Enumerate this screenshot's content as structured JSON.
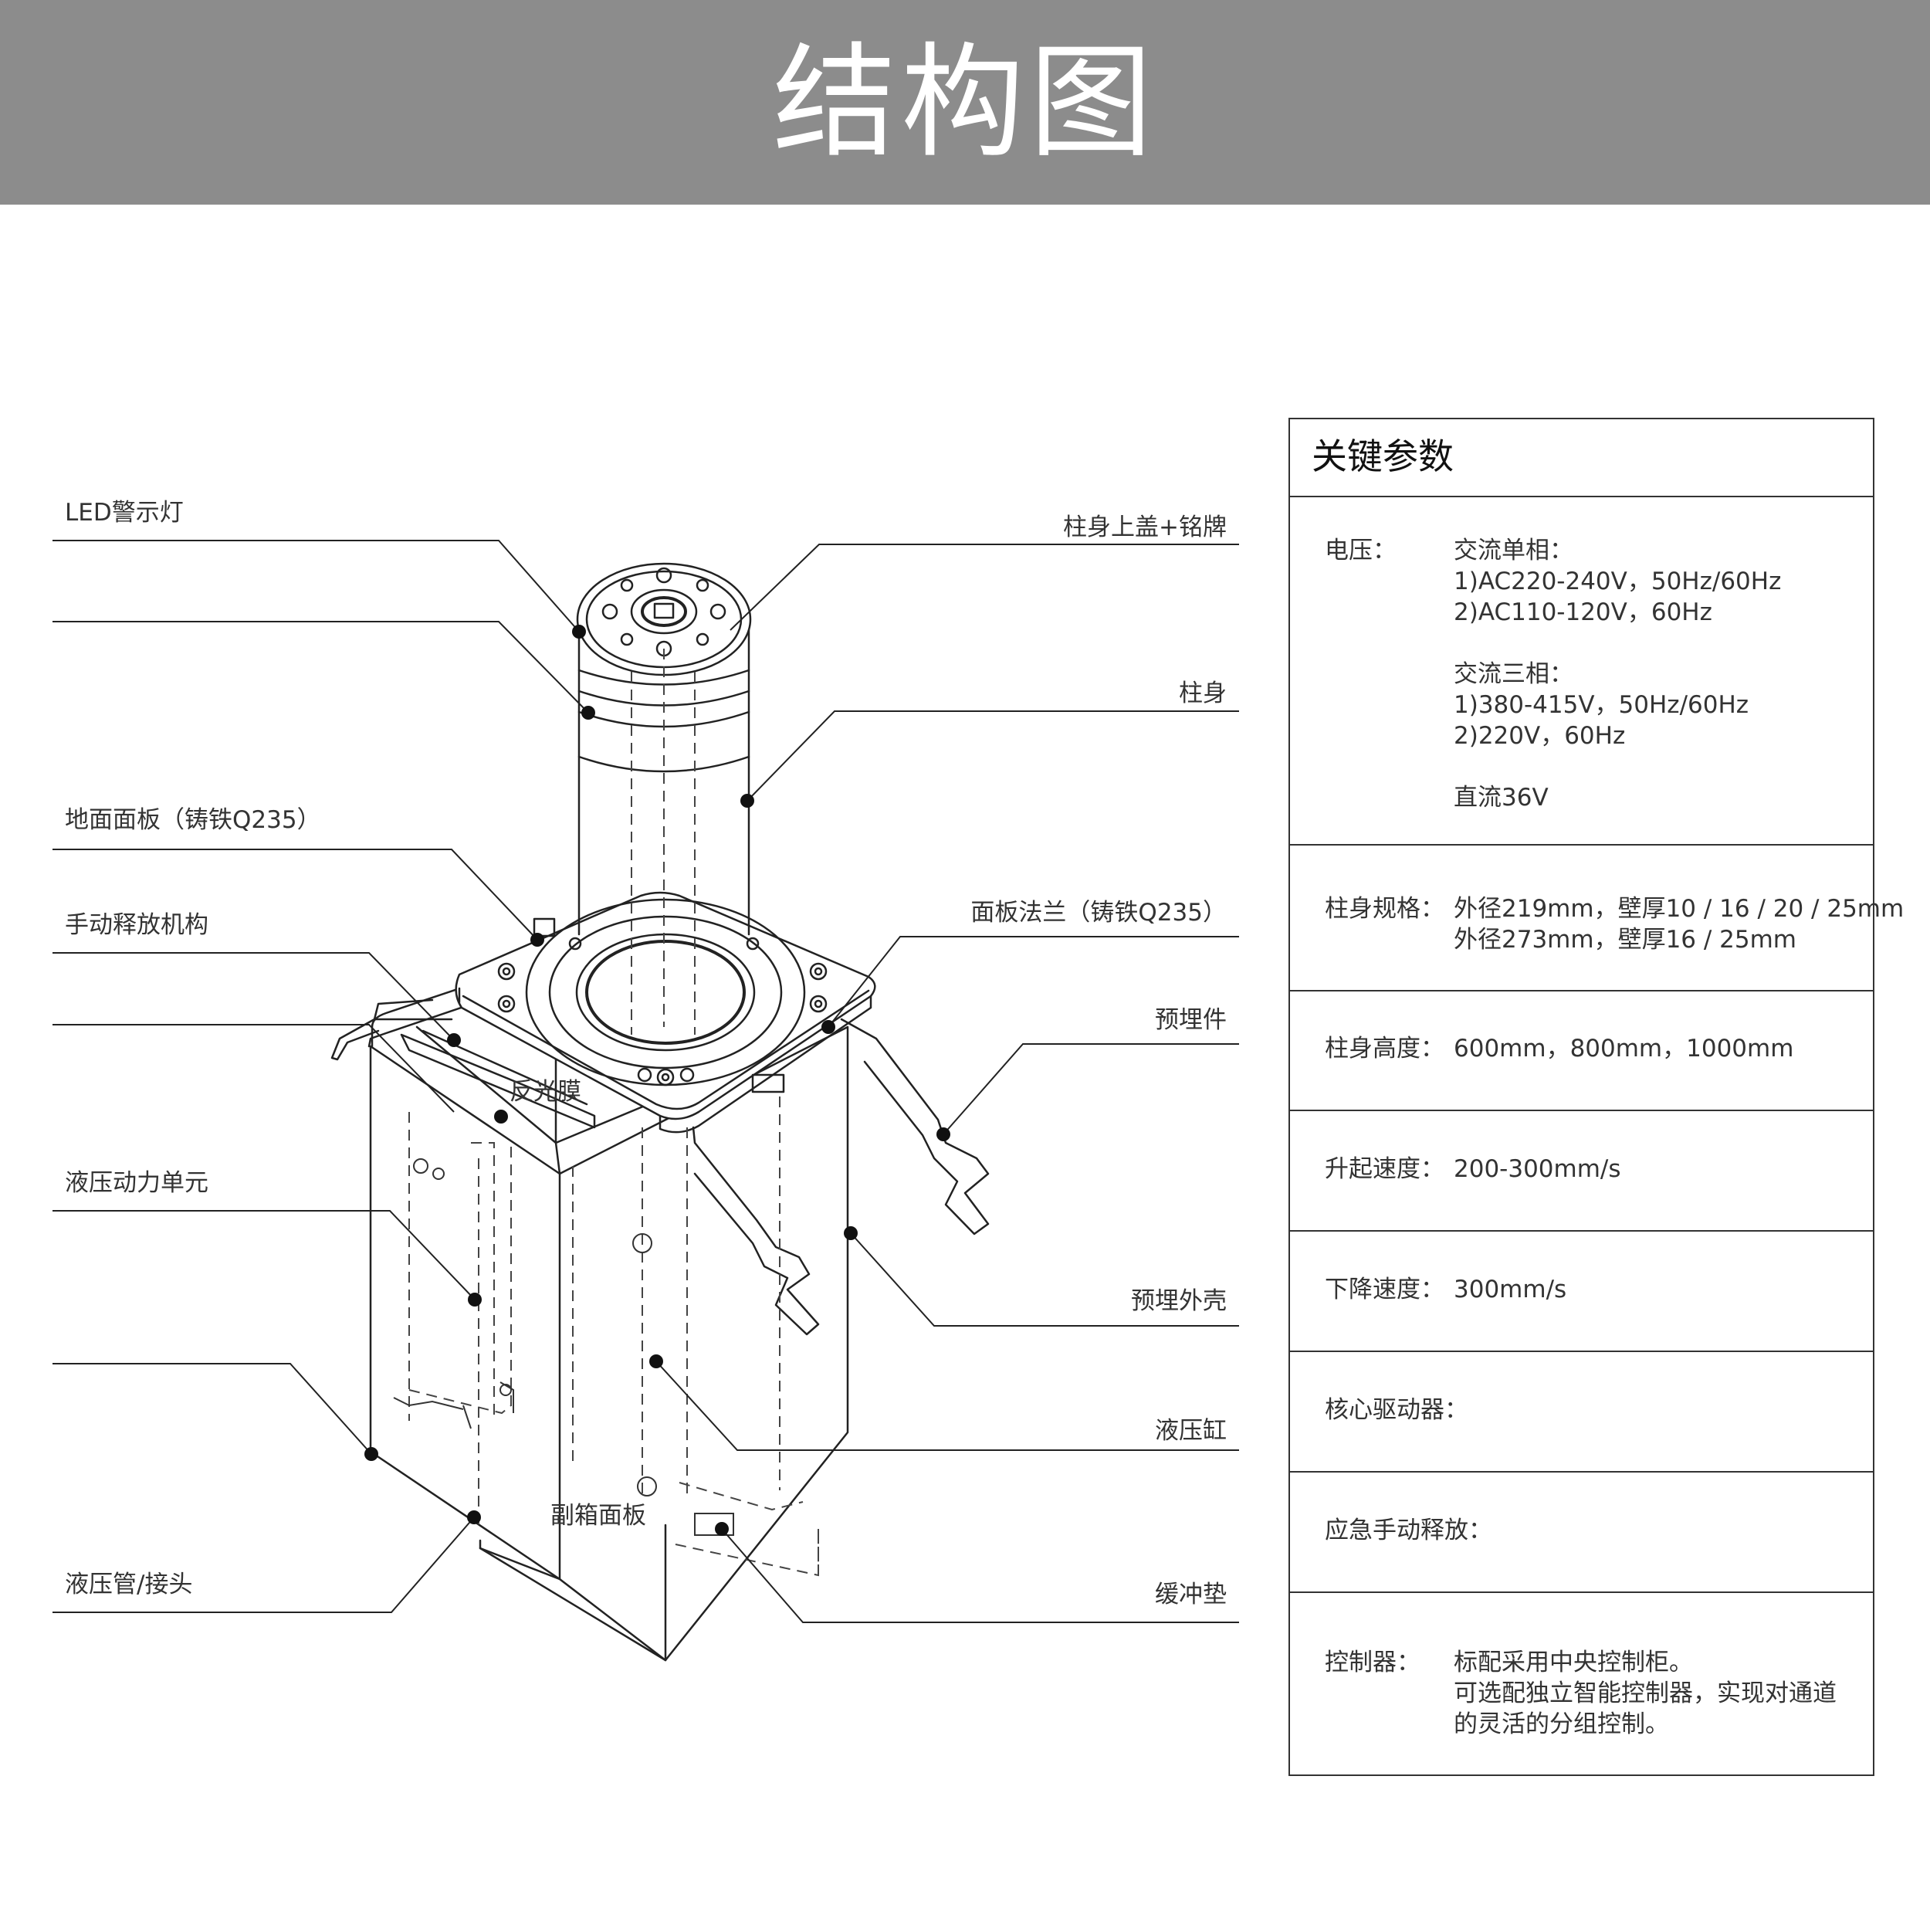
{
  "header": {
    "title": "结构图"
  },
  "callouts": {
    "led_light": "LED警示灯",
    "ground_panel": "地面面板（铸铁Q235）",
    "manual_release": "手动释放机构",
    "hydraulic_unit": "液压动力单元",
    "hydraulic_pipe": "液压管/接头",
    "reflective_film": "反光膜",
    "sub_box_panel": "副箱面板",
    "top_cover": "柱身上盖+铭牌",
    "column_body": "柱身",
    "panel_flange": "面板法兰（铸铁Q235）",
    "embedded_part": "预埋件",
    "embedded_shell": "预埋外壳",
    "hydraulic_cylinder": "液压缸",
    "buffer_pad": "缓冲垫"
  },
  "params": {
    "title": "关键参数",
    "voltage": {
      "label": "电压：",
      "lines": [
        "交流单相：",
        "1)AC220-240V，50Hz/60Hz",
        "2)AC110-120V，60Hz",
        "",
        "交流三相：",
        "1)380-415V，50Hz/60Hz",
        "2)220V，60Hz",
        "",
        "直流36V"
      ]
    },
    "spec": {
      "label": "柱身规格：",
      "lines": [
        "外径219mm，壁厚10 / 16 / 20 / 25mm",
        "外径273mm，壁厚16 / 25mm"
      ]
    },
    "height": {
      "label": "柱身高度：",
      "value": "600mm，800mm，1000mm"
    },
    "rise": {
      "label": "升起速度：",
      "value": "200-300mm/s"
    },
    "fall": {
      "label": "下降速度：",
      "value": "300mm/s"
    },
    "driver": {
      "label": "核心驱动器：",
      "value": ""
    },
    "emergency": {
      "label": "应急手动释放：",
      "value": ""
    },
    "controller": {
      "label": "控制器：",
      "lines": [
        "标配采用中央控制柜。",
        "可选配独立智能控制器，实现对通道",
        "的灵活的分组控制。"
      ]
    }
  }
}
